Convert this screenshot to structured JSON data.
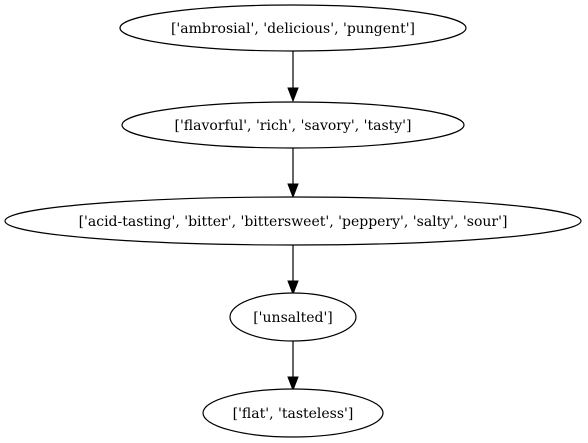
{
  "diagram": {
    "nodes": [
      {
        "id": "n0",
        "label": "['ambrosial', 'delicious', 'pungent']"
      },
      {
        "id": "n1",
        "label": "['flavorful', 'rich', 'savory', 'tasty']"
      },
      {
        "id": "n2",
        "label": "['acid-tasting', 'bitter', 'bittersweet', 'peppery', 'salty', 'sour']"
      },
      {
        "id": "n3",
        "label": "['unsalted']"
      },
      {
        "id": "n4",
        "label": "['flat', 'tasteless']"
      }
    ],
    "edges": [
      {
        "from": "n0",
        "to": "n1"
      },
      {
        "from": "n1",
        "to": "n2"
      },
      {
        "from": "n2",
        "to": "n3"
      },
      {
        "from": "n3",
        "to": "n4"
      }
    ]
  }
}
